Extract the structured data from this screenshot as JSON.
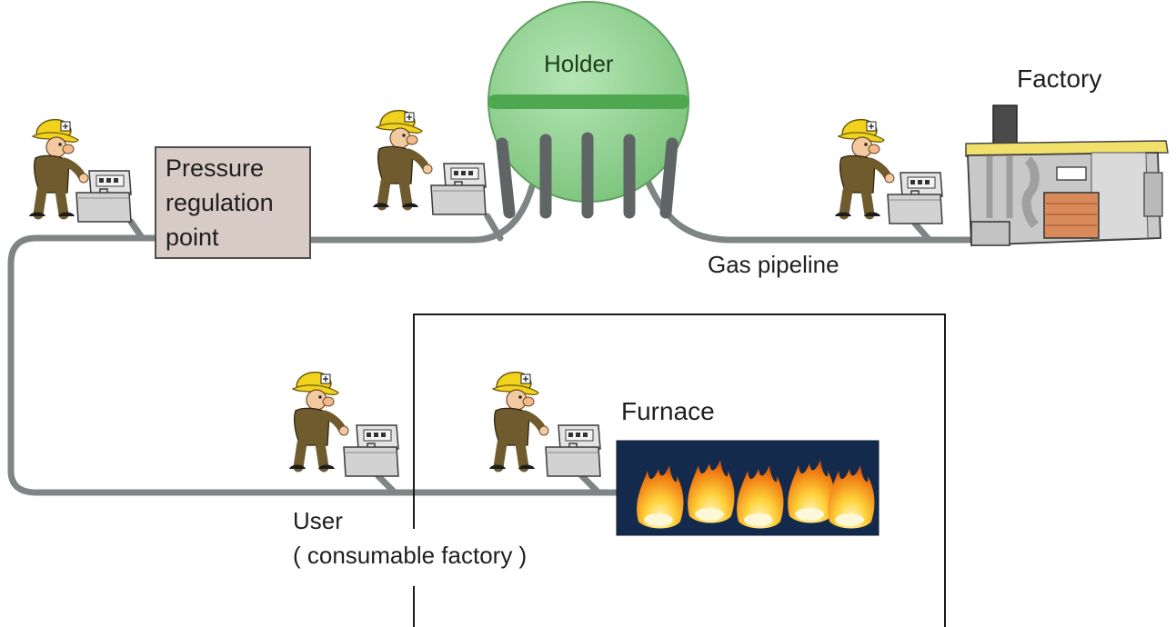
{
  "labels": {
    "holder": "Holder",
    "factory": "Factory",
    "pressure_regulation_point": [
      "Pressure",
      "regulation",
      "point"
    ],
    "gas_pipeline": "Gas pipeline",
    "furnace": "Furnace",
    "user_line1": "User",
    "user_line2": "( consumable factory )"
  },
  "colors": {
    "pipeline": "#7f8585",
    "holder_sphere": "#8fd18f",
    "holder_band": "#4fa84f",
    "pressure_box_fill": "#d8cbc6",
    "helmet": "#f1d21c",
    "uniform": "#6f5b2d",
    "furnace_background": "#142a4d",
    "flame": "#f08a16",
    "factory_wall": "#c8c8c8",
    "factory_door": "#d98a5a"
  },
  "icons": {
    "worker": "worker-icon",
    "measuring_instrument": "measuring-case-icon",
    "holder": "gas-holder-sphere-icon",
    "factory": "factory-building-icon",
    "furnace": "furnace-flame-icon"
  }
}
